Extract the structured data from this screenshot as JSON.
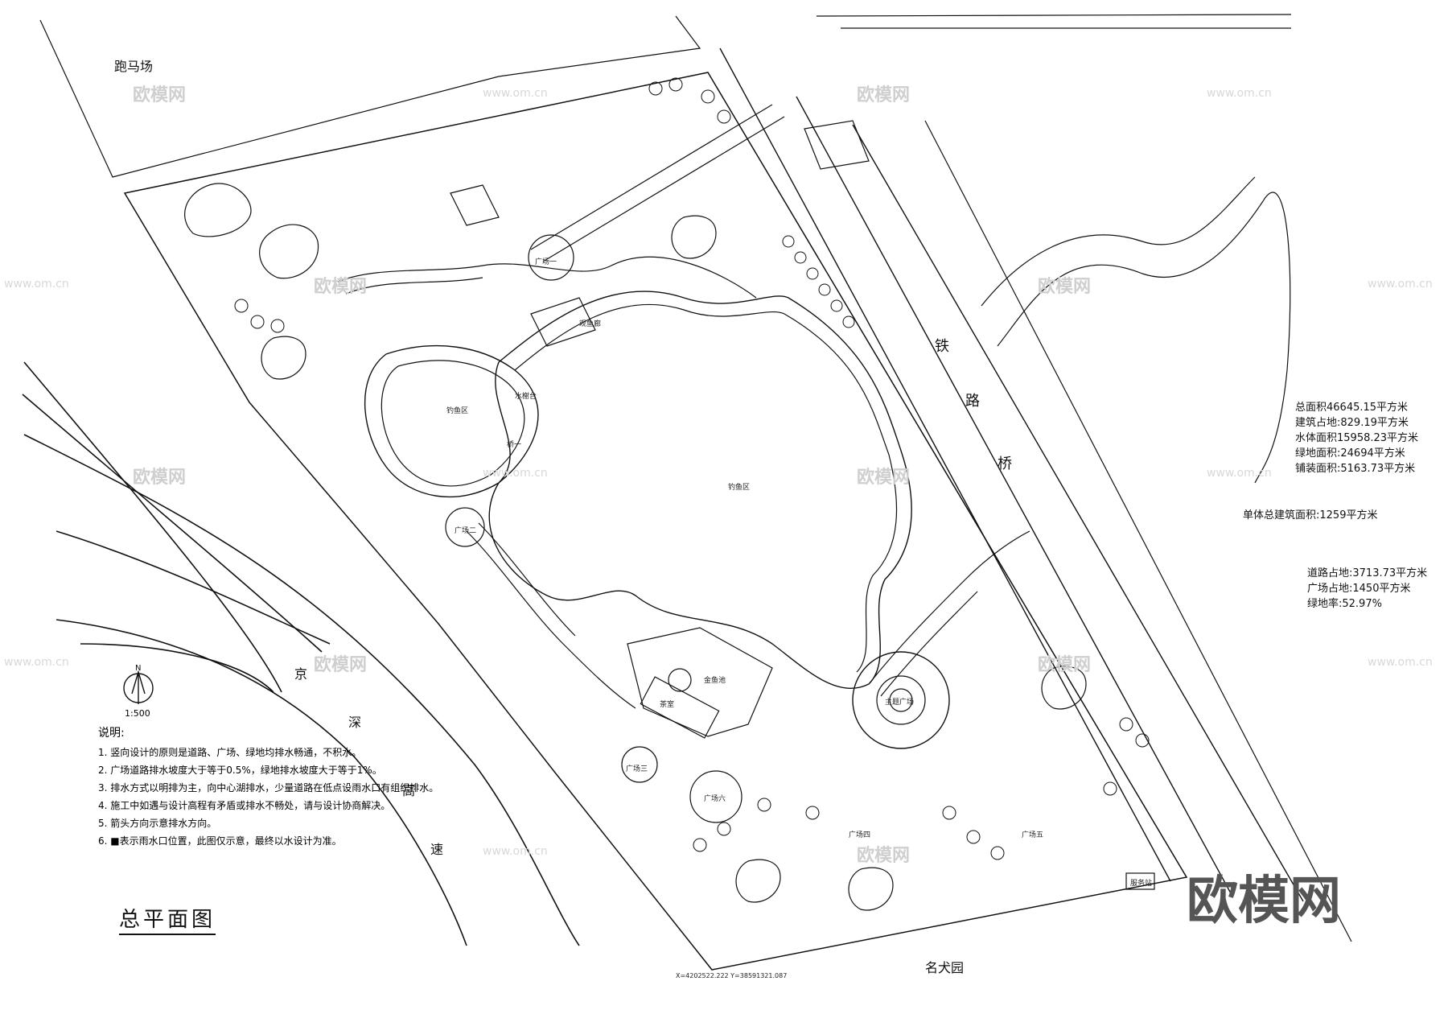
{
  "title": "总平面图",
  "north": {
    "letter": "N",
    "scale": "1:500"
  },
  "context_labels": {
    "racecourse": "跑马场",
    "railway_bridge": [
      "铁",
      "路",
      "桥"
    ],
    "expressway": [
      "京",
      "深",
      "高",
      "速"
    ],
    "dog_park": "名犬园"
  },
  "zones": {
    "fishing_west": "钓鱼区",
    "fishing_main": "钓鱼区",
    "goldfish_pond": "金鱼池",
    "main_plaza": "主题广场",
    "plaza_1": "广场一",
    "plaza_2": "广场二",
    "plaza_3": "广场三",
    "plaza_4": "广场四",
    "plaza_5": "广场五",
    "plaza_6": "广场六",
    "dock": "水榭台",
    "bridge": "桥一",
    "teahouse": "茶室",
    "pavilion": "观鱼廊",
    "sales": "服务站"
  },
  "stats": [
    "总面积46645.15平方米",
    "建筑占地:829.19平方米",
    "水体面积15958.23平方米",
    "绿地面积:24694平方米",
    "铺装面积:5163.73平方米"
  ],
  "building_total": "单体总建筑面积:1259平方米",
  "stats2": [
    "道路占地:3713.73平方米",
    "广场占地:1450平方米",
    "绿地率:52.97%"
  ],
  "notes": {
    "heading": "说明:",
    "items": [
      "1.  竖向设计的原则是道路、广场、绿地均排水畅通，不积水。",
      "2.  广场道路排水坡度大于等于0.5%，绿地排水坡度大于等于1%。",
      "3.  排水方式以明排为主，向中心湖排水，少量道路在低点设雨水口有组织排水。",
      "4.  施工中如遇与设计高程有矛盾或排水不畅处，请与设计协商解决。",
      "5.  箭头方向示意排水方向。",
      "6.  ■表示雨水口位置，此图仅示意，最终以水设计为准。"
    ]
  },
  "coords": "X=4202522.222 Y=38591321.087",
  "watermarks": {
    "brand": "欧模网",
    "url": "www.om.cn",
    "big": "欧模网"
  },
  "colors": {
    "line": "#111111",
    "watermark": "#cfcfcf",
    "background": "#ffffff"
  }
}
